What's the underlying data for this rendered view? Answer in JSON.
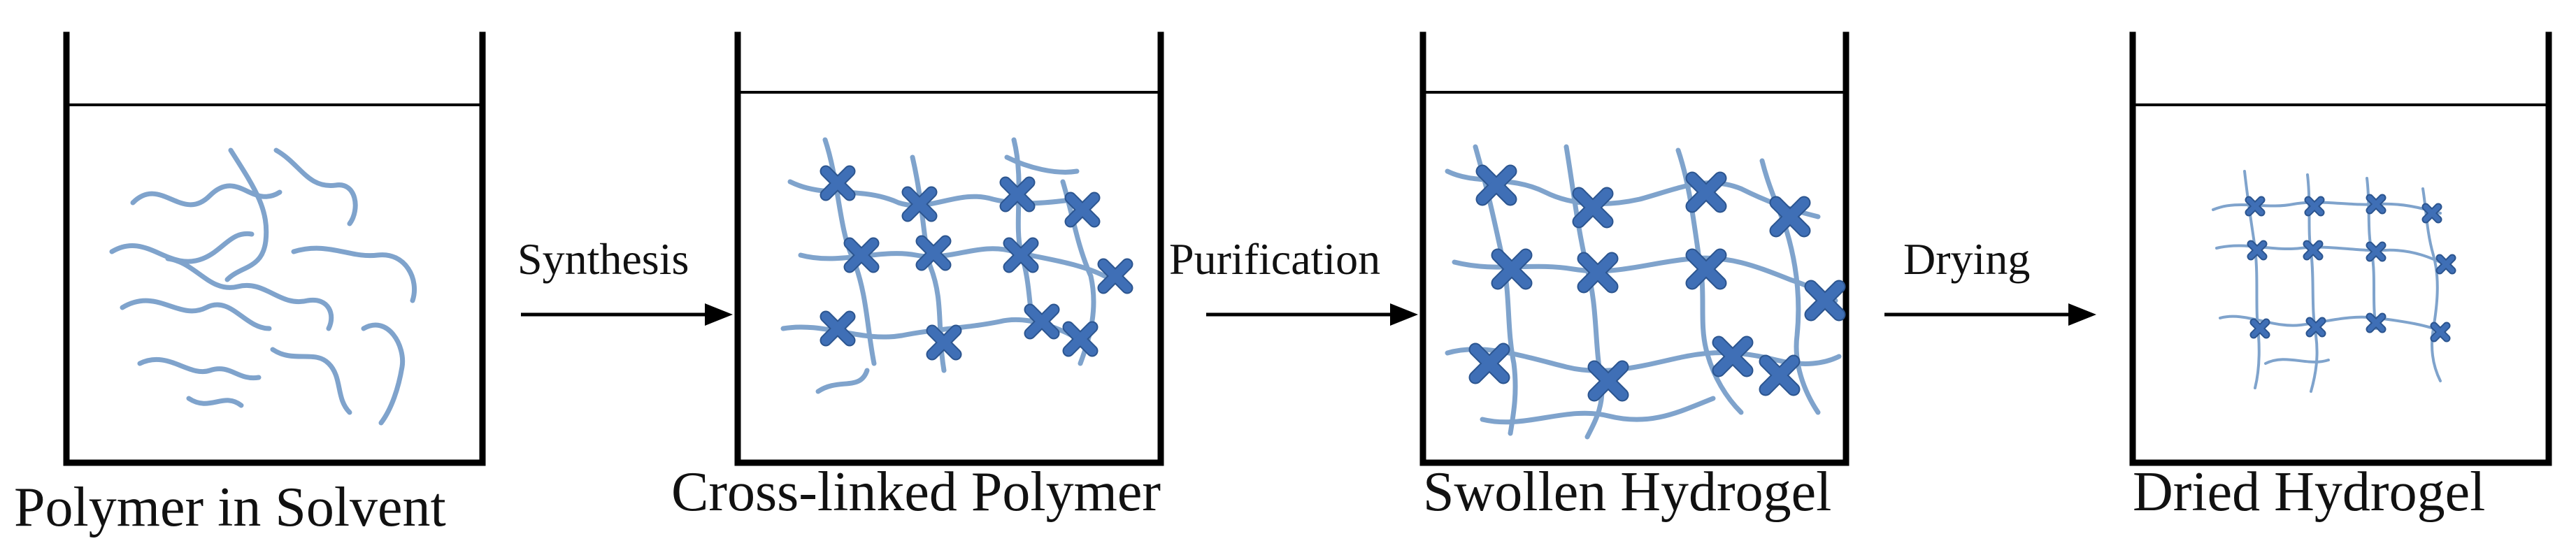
{
  "stages": [
    {
      "id": "polymer-in-solvent",
      "label": "Polymer in Solvent"
    },
    {
      "id": "cross-linked-polymer",
      "label": "Cross-linked Polymer"
    },
    {
      "id": "swollen-hydrogel",
      "label": "Swollen Hydrogel"
    },
    {
      "id": "dried-hydrogel",
      "label": "Dried Hydrogel"
    }
  ],
  "steps": [
    {
      "id": "synthesis",
      "label": "Synthesis"
    },
    {
      "id": "purification",
      "label": "Purification"
    },
    {
      "id": "drying",
      "label": "Drying"
    }
  ],
  "colors": {
    "polymer_chain": "#7fa3cc",
    "crosslink": "#3f6fb6",
    "crosslink_outline": "#2c558f",
    "beaker": "#000000",
    "arrow": "#000000"
  }
}
